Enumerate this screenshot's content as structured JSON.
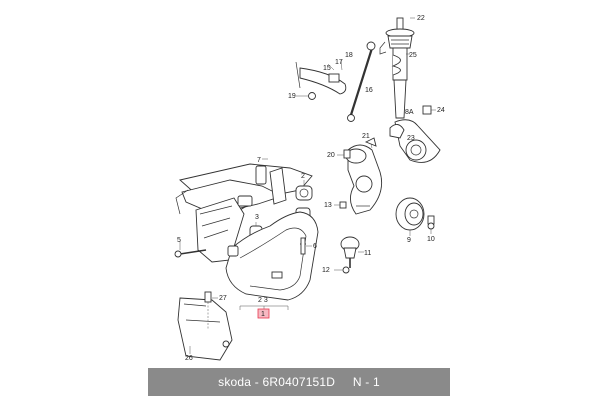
{
  "callouts": {
    "c22": "22",
    "c25": "25",
    "c18": "18",
    "c17": "17",
    "c15": "15",
    "c19": "19",
    "c16": "16",
    "c8a": "8A",
    "c24": "24",
    "c21": "21",
    "c20": "20",
    "c23": "23",
    "c7": "7",
    "c2": "2",
    "c13": "13",
    "c3": "3",
    "c6": "6",
    "c9": "9",
    "c10": "10",
    "c11": "11",
    "c5": "5",
    "c12": "12",
    "c27": "27",
    "c23b": "2 3",
    "c1": "1",
    "c26": "26"
  },
  "caption": {
    "brand": "skoda",
    "separator": "-",
    "part_number": "6R0407151D",
    "page": "N - 1"
  },
  "colors": {
    "highlight": "#e8384f",
    "caption_bg": "#8a8a8a"
  }
}
